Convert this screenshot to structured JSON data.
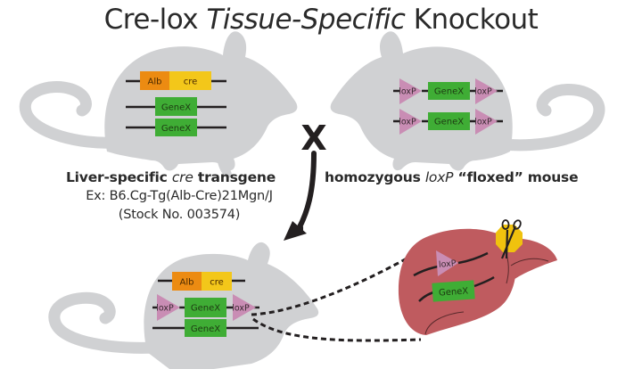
{
  "title": {
    "part1": "Cre-lox ",
    "part2_italic": "Tissue-Specific",
    "part3": " Knockout"
  },
  "colors": {
    "mouse": "#d0d1d3",
    "alb": "#ec8b12",
    "cre": "#f3c71a",
    "gene": "#3fad35",
    "loxp": "#c98db4",
    "liver": "#bf5b5f",
    "scissors_bg": "#f0c20e",
    "line": "#231f20"
  },
  "left_parent": {
    "transgene": {
      "promoter": "Alb",
      "gene": "cre"
    },
    "alleles": [
      "GeneX",
      "GeneX"
    ],
    "label_bold_1": "Liver-specific ",
    "label_italic": "cre",
    "label_bold_2": " transgene",
    "strain": "Ex: B6.Cg-Tg(Alb-Cre)21Mgn/J",
    "stock": "(Stock No. 003574)"
  },
  "cross_symbol": "X",
  "right_parent": {
    "alleles": [
      {
        "left": "loxP",
        "gene": "GeneX",
        "right": "loxP"
      },
      {
        "left": "loxP",
        "gene": "GeneX",
        "right": "loxP"
      }
    ],
    "label_bold_1": "homozygous ",
    "label_italic": "loxP",
    "label_bold_2": " “floxed” mouse"
  },
  "offspring": {
    "transgene": {
      "promoter": "Alb",
      "gene": "cre"
    },
    "floxed_allele": {
      "left": "loxP",
      "gene": "GeneX",
      "right": "loxP"
    },
    "wt_allele": "GeneX"
  },
  "liver": {
    "loxp": "loxP",
    "gene": "GeneX",
    "scissors_icon": "scissors-icon"
  }
}
